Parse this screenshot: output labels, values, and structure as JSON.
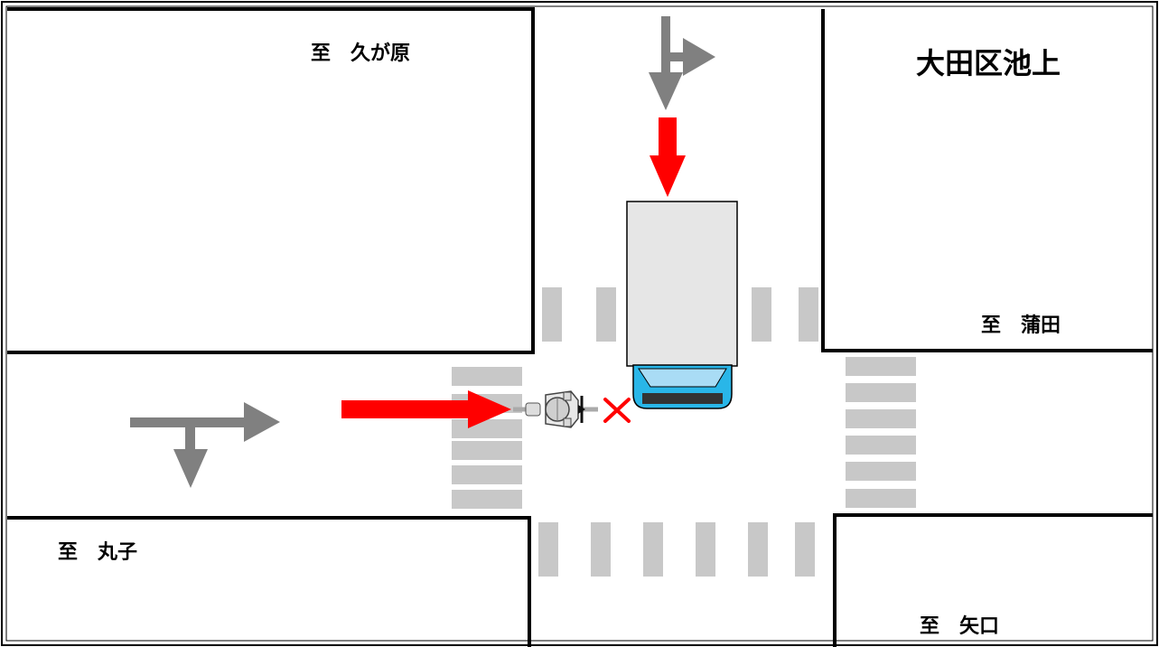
{
  "labels": {
    "destination_kugahara": "至　久が原",
    "area_name": "大田区池上",
    "destination_kamata": "至　蒲田",
    "destination_maruko": "至　丸子",
    "destination_yaguchi": "至　矢口"
  },
  "colors": {
    "road_edge": "#000000",
    "crosswalk": "#c8c8c8",
    "direction_arrow": "#808080",
    "travel_arrow": "#ff0000",
    "collision_mark": "#ff0000",
    "truck_cargo": "#e6e6e6",
    "truck_cab": "#29b6e8",
    "truck_windshield": "#a9dcf5",
    "truck_bumper": "#333333",
    "bicycle": "#c8c8c8"
  },
  "icons": {
    "truck": "truck-icon",
    "bicycle": "bicycle-icon",
    "collision": "x-mark-icon"
  }
}
